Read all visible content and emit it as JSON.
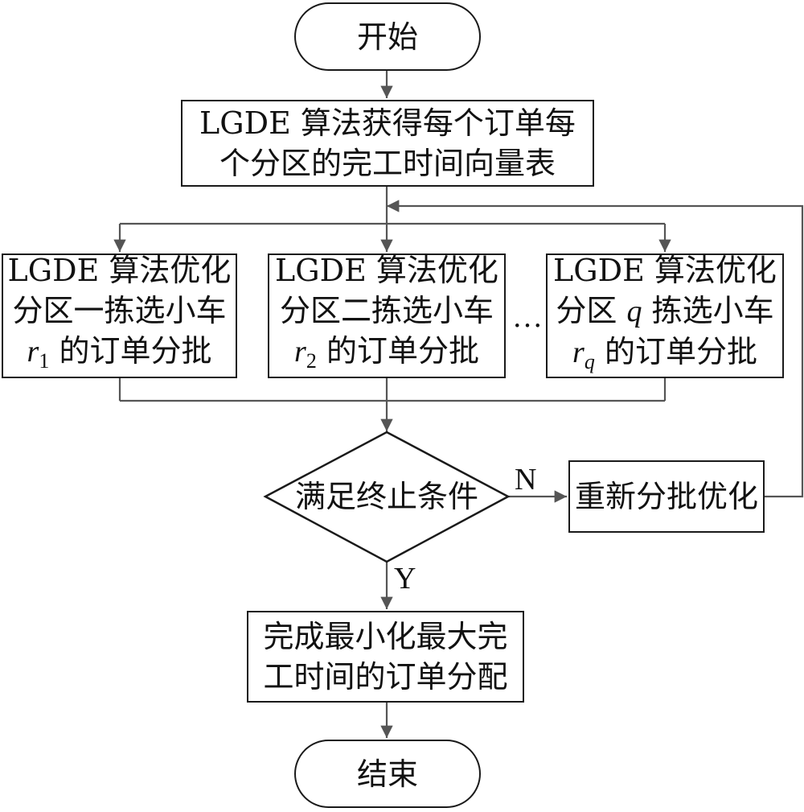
{
  "nodes": {
    "start": "开始",
    "compute": {
      "line1": "LGDE 算法获得每个订单每",
      "line2": "个分区的完工时间向量表"
    },
    "zone1": {
      "line1": "LGDE 算法优化",
      "line2": "分区一拣选小车",
      "var": "r",
      "sub": "1",
      "tail": "的订单分批"
    },
    "zone2": {
      "line1": "LGDE 算法优化",
      "line2": "分区二拣选小车",
      "var": "r",
      "sub": "2",
      "tail": "的订单分批"
    },
    "zoneq": {
      "line1": "LGDE 算法优化",
      "line2_pre": "分区 ",
      "line2_var": "q",
      "line2_post": " 拣选小车",
      "var": "r",
      "sub": "q",
      "tail": "的订单分批"
    },
    "ellipsis": "…",
    "decision": "满足终止条件",
    "rebatch": "重新分批优化",
    "finish": {
      "line1": "完成最小化最大完",
      "line2": "工时间的订单分配"
    },
    "end": "结束"
  },
  "edges": {
    "no_label": "N",
    "yes_label": "Y"
  },
  "colors": {
    "stroke": "#1a1a1a",
    "arrow": "#555555",
    "background": "#ffffff"
  }
}
